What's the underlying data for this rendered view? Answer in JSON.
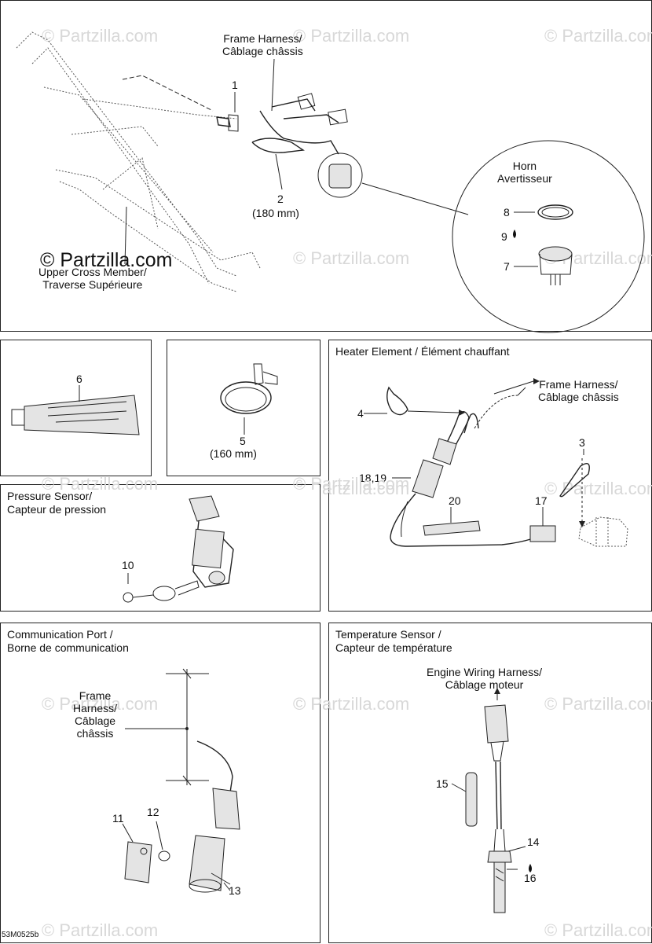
{
  "watermark": "© Partzilla.com",
  "diagram_code": "53M0525b",
  "main": {
    "frame_harness": "Frame Harness/\nCâblage châssis",
    "upper_cross_member": "Upper Cross Member/\nTraverse Supérieure",
    "horn": "Horn\nAvertisseur",
    "callouts": {
      "n1": "1",
      "n2": "2",
      "n2_size": "(180 mm)",
      "n7": "7",
      "n8": "8",
      "n9": "9"
    }
  },
  "p6": {
    "n6": "6"
  },
  "p5": {
    "n5": "5",
    "size": "(160 mm)"
  },
  "heater": {
    "title": "Heater Element / Élément chauffant",
    "frame_harness": "Frame Harness/\nCâblage châssis",
    "callouts": {
      "n3": "3",
      "n4": "4",
      "n1819": "18,19",
      "n20": "20",
      "n17": "17"
    }
  },
  "pressure": {
    "title": "Pressure Sensor/\nCapteur de pression",
    "n10": "10"
  },
  "comm": {
    "title": "Communication Port /\nBorne de communication",
    "frame_harness": "Frame\nHarness/\nCâblage\nchâssis",
    "callouts": {
      "n11": "11",
      "n12": "12",
      "n13": "13"
    }
  },
  "temp": {
    "title": "Temperature Sensor /\nCapteur de température",
    "engine_harness": "Engine Wiring Harness/\nCâblage moteur",
    "callouts": {
      "n14": "14",
      "n15": "15",
      "n16": "16"
    }
  }
}
